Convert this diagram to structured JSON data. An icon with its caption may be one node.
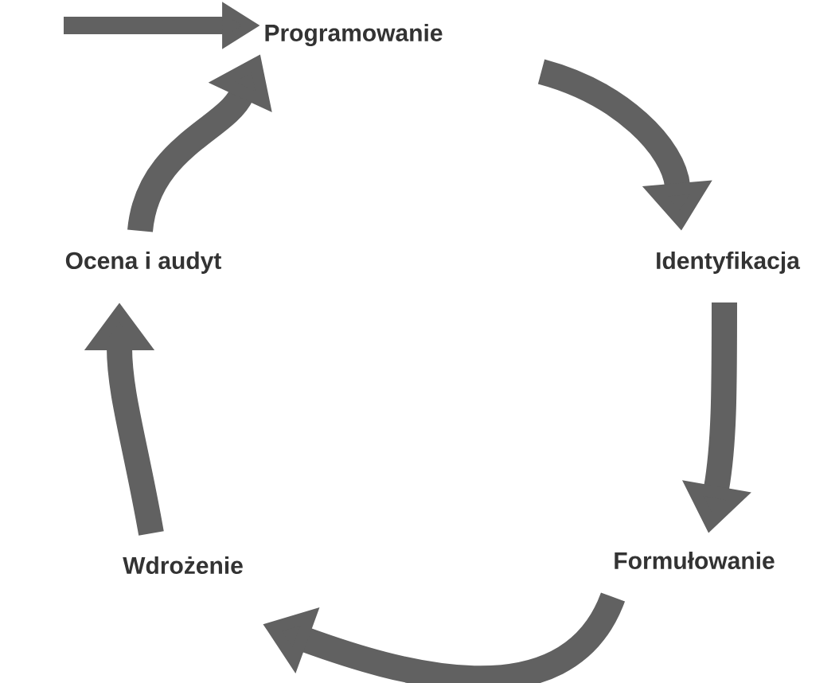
{
  "diagram": {
    "nodes": [
      {
        "text": [
          "Programowanie"
        ]
      },
      {
        "text": [
          "Identyfikacja"
        ]
      },
      {
        "text": [
          "Formułowanie"
        ]
      },
      {
        "text": [
          "Wdrożenie"
        ]
      },
      {
        "text": [
          "Ocena i audyt"
        ]
      }
    ],
    "edges": [
      {
        "from": 0,
        "to": 1,
        "arrow": "to"
      },
      {
        "from": 1,
        "to": 2,
        "arrow": "to"
      },
      {
        "from": 2,
        "to": 3,
        "arrow": "to"
      },
      {
        "from": 3,
        "to": 4,
        "arrow": "to"
      },
      {
        "from": 4,
        "to": 0,
        "arrow": "to"
      },
      {
        "from": null,
        "to": 0,
        "arrow": "to"
      }
    ]
  }
}
